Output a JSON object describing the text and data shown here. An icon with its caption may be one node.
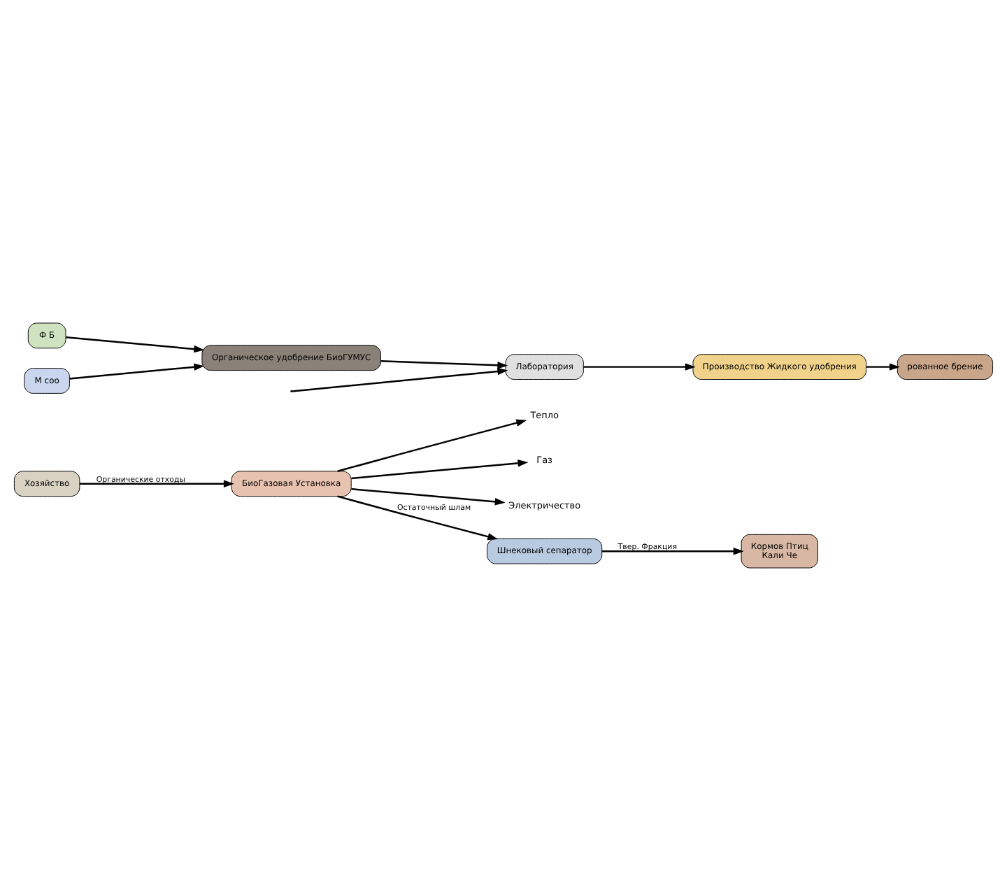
{
  "diagram": {
    "nodes": [
      {
        "text": [
          "Хозяйство"
        ]
      },
      {
        "text": [
          "БиоГазовая Установка"
        ]
      },
      {
        "text": [
          "Тепло"
        ]
      },
      {
        "text": [
          "Газ"
        ]
      },
      {
        "text": [
          "Электричество"
        ]
      },
      {
        "text": [
          "Шнековый сепаратор"
        ]
      },
      {
        "text": [
          "Кормов Птиц",
          "Кали Че"
        ]
      },
      {
        "text": [
          "Ф Б"
        ]
      },
      {
        "text": [
          "М соо"
        ]
      },
      {
        "text": [
          "Органическое удобрение БиоГУМУС"
        ]
      },
      {
        "text": [
          "Лаборатория"
        ]
      },
      {
        "text": [
          "Производство Жидкого удобрения"
        ]
      },
      {
        "text": [
          "рованное брение"
        ]
      }
    ],
    "edges": [
      {
        "from": 0,
        "to": 1,
        "arrow": "to",
        "label": "Органические отходы"
      },
      {
        "from": 1,
        "to": 2,
        "arrow": "to"
      },
      {
        "from": 1,
        "to": 3,
        "arrow": "to"
      },
      {
        "from": 1,
        "to": 4,
        "arrow": "to"
      },
      {
        "from": 1,
        "to": 5,
        "arrow": "to",
        "label": "Остаточный шлам"
      },
      {
        "from": 5,
        "to": 6,
        "arrow": "to",
        "label": "Твер. Фракция"
      },
      {
        "from": null,
        "to": 10,
        "arrow": "to"
      },
      {
        "from": 7,
        "to": 9,
        "arrow": "to"
      },
      {
        "from": 8,
        "to": 9,
        "arrow": "to"
      },
      {
        "from": 9,
        "to": 10,
        "arrow": "to"
      },
      {
        "from": 10,
        "to": 11,
        "arrow": "to"
      },
      {
        "from": 11,
        "to": 12,
        "arrow": "to"
      }
    ]
  }
}
